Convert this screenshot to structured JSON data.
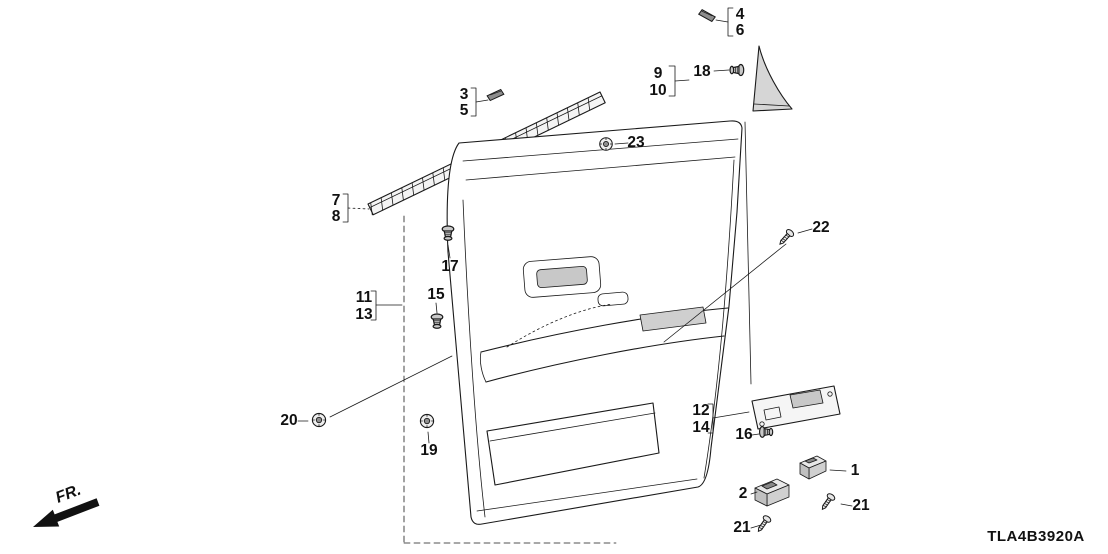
{
  "colors": {
    "ink": "#1a1a1a",
    "shade": "#d6d6d6"
  },
  "diagram": {
    "code": "TLA4B3920A",
    "fr_label": "FR."
  },
  "callouts": {
    "c1": "1",
    "c2": "2",
    "c3": "3",
    "c4": "4",
    "c5": "5",
    "c6": "6",
    "c7": "7",
    "c8": "8",
    "c9": "9",
    "c10": "10",
    "c11": "11",
    "c12": "12",
    "c13": "13",
    "c14": "14",
    "c15": "15",
    "c16": "16",
    "c17": "17",
    "c18": "18",
    "c19": "19",
    "c20": "20",
    "c21a": "21",
    "c21b": "21",
    "c22": "22",
    "c23": "23"
  }
}
